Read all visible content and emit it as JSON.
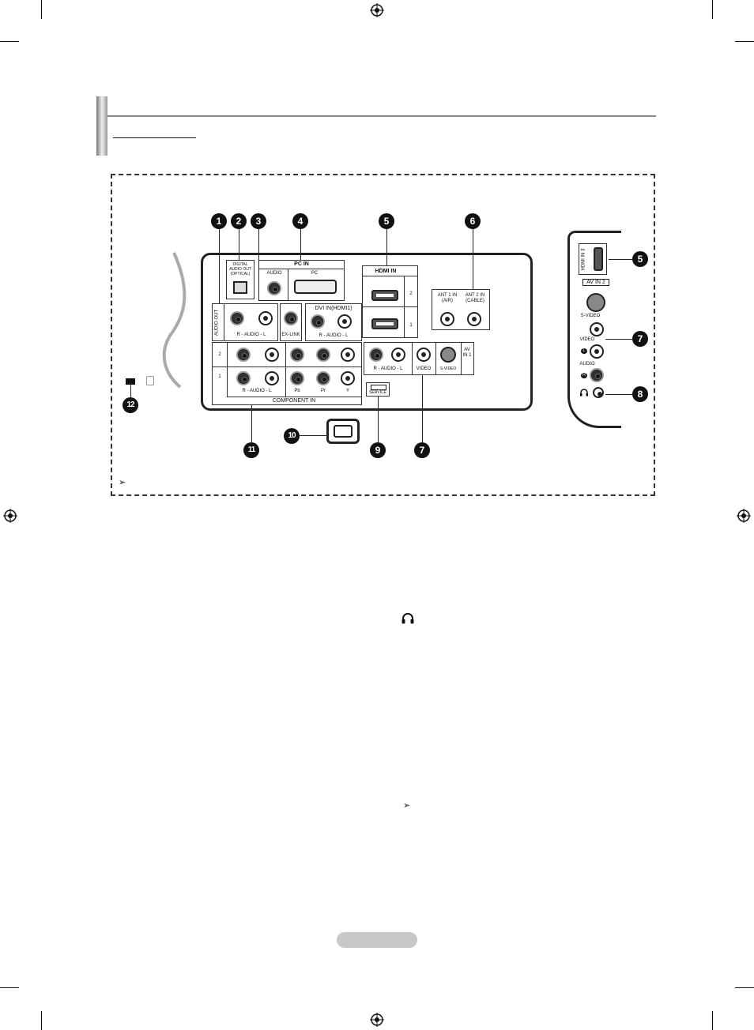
{
  "panel": {
    "digital_audio_out": "DIGITAL AUDIO OUT (OPTICAL)",
    "pc_in": "PC IN",
    "pc_audio": "AUDIO",
    "pc": "PC",
    "hdmi_in": "HDMI IN",
    "hdmi_2": "2",
    "hdmi_1": "1",
    "ant1": "ANT 1 IN (AIR)",
    "ant2": "ANT 2 IN (CABLE)",
    "audio_out": "AUDIO OUT",
    "audio_rl": "R - AUDIO - L",
    "ex_link": "EX-LINK",
    "dvi_in": "DVI IN(HDMI1)",
    "row2": "2",
    "row1": "1",
    "pb": "Pb",
    "pr": "Pr",
    "y": "Y",
    "component_in": "COMPONENT IN",
    "video": "VIDEO",
    "s_video": "S-VIDEO",
    "av_in_1": "AV IN 1",
    "service": "SERVICE"
  },
  "side_panel": {
    "hdmi_in_3": "HDMI IN 3",
    "av_in_2": "AV IN 2",
    "s_video": "S-VIDEO",
    "video": "VIDEO",
    "audio": "AUDIO",
    "l": "L",
    "r": "R"
  },
  "callouts": [
    "1",
    "2",
    "3",
    "4",
    "5",
    "6",
    "7",
    "8",
    "9",
    "10",
    "11",
    "12"
  ],
  "notes": {
    "arrow": "➢",
    "headphone_icon": "headphone-icon"
  }
}
